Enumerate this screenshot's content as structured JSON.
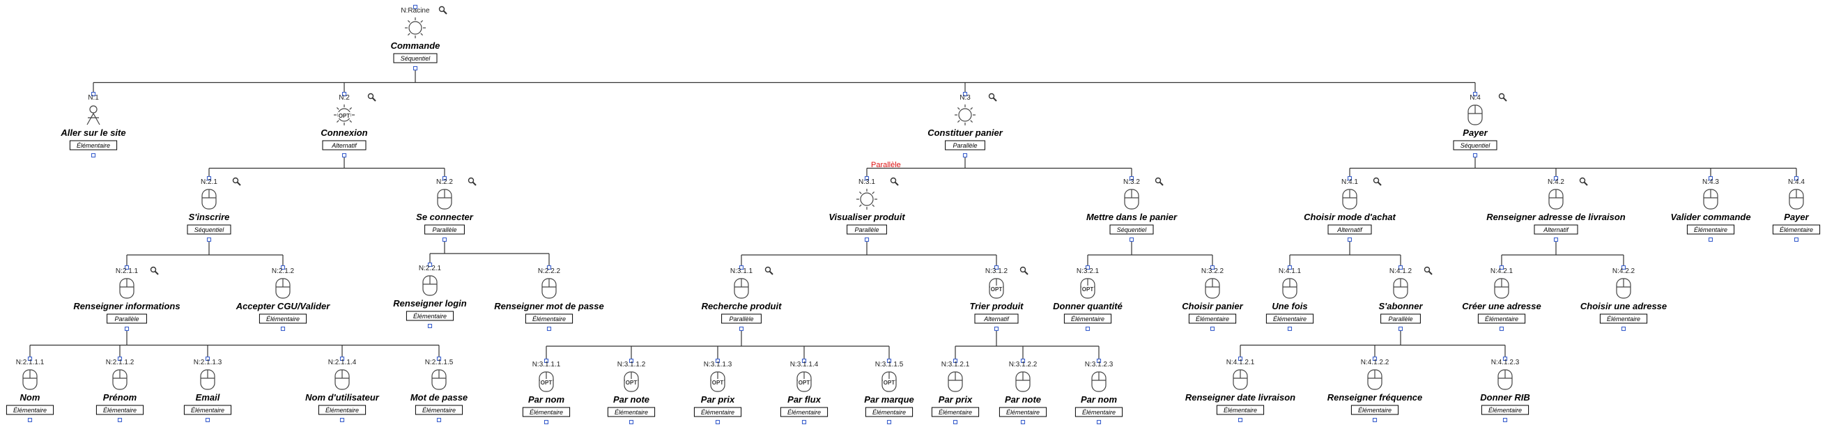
{
  "tree": {
    "parallel_annotation": "Parallèle",
    "nodes": [
      {
        "id": "root",
        "label": "N:Racine",
        "title": "Commande",
        "type": "Séquentiel",
        "icon": "abstract"
      },
      {
        "id": "n1",
        "label": "N:1",
        "title": "Aller sur le site",
        "type": "Élémentaire",
        "icon": "user"
      },
      {
        "id": "n2",
        "label": "N:2",
        "title": "Connexion",
        "type": "Alternatif",
        "icon": "abstract",
        "optional": true
      },
      {
        "id": "n3",
        "label": "N:3",
        "title": "Constituer panier",
        "type": "Parallèle",
        "icon": "abstract"
      },
      {
        "id": "n4",
        "label": "N:4",
        "title": "Payer",
        "type": "Séquentiel",
        "icon": "mouse"
      },
      {
        "id": "n21",
        "label": "N:2.1",
        "title": "S'inscrire",
        "type": "Séquentiel",
        "icon": "mouse"
      },
      {
        "id": "n22",
        "label": "N:2.2",
        "title": "Se connecter",
        "type": "Parallèle",
        "icon": "mouse"
      },
      {
        "id": "n31",
        "label": "N:3.1",
        "title": "Visualiser produit",
        "type": "Parallèle",
        "icon": "abstract"
      },
      {
        "id": "n32",
        "label": "N:3.2",
        "title": "Mettre dans le panier",
        "type": "Séquentiel",
        "icon": "mouse"
      },
      {
        "id": "n41",
        "label": "N:4.1",
        "title": "Choisir mode d'achat",
        "type": "Alternatif",
        "icon": "mouse"
      },
      {
        "id": "n42",
        "label": "N:4.2",
        "title": "Renseigner adresse de livraison",
        "type": "Alternatif",
        "icon": "mouse"
      },
      {
        "id": "n43",
        "label": "N:4.3",
        "title": "Valider commande",
        "type": "Élémentaire",
        "icon": "mouse"
      },
      {
        "id": "n44",
        "label": "N:4.4",
        "title": "Payer",
        "type": "Élémentaire",
        "icon": "mouse"
      },
      {
        "id": "n211",
        "label": "N:2.1.1",
        "title": "Renseigner informations",
        "type": "Parallèle",
        "icon": "mouse"
      },
      {
        "id": "n212",
        "label": "N:2.1.2",
        "title": "Accepter CGU/Valider",
        "type": "Élémentaire",
        "icon": "mouse"
      },
      {
        "id": "n221",
        "label": "N:2.2.1",
        "title": "Renseigner login",
        "type": "Élémentaire",
        "icon": "mouse"
      },
      {
        "id": "n222",
        "label": "N:2.2.2",
        "title": "Renseigner mot de passe",
        "type": "Élémentaire",
        "icon": "mouse"
      },
      {
        "id": "n311",
        "label": "N:3.1.1",
        "title": "Recherche produit",
        "type": "Parallèle",
        "icon": "mouse"
      },
      {
        "id": "n312",
        "label": "N:3.1.2",
        "title": "Trier produit",
        "type": "Alternatif",
        "icon": "mouse",
        "optional": true
      },
      {
        "id": "n321",
        "label": "N:3.2.1",
        "title": "Donner quantité",
        "type": "Élémentaire",
        "icon": "mouse",
        "optional": true
      },
      {
        "id": "n322",
        "label": "N:3.2.2",
        "title": "Choisir panier",
        "type": "Élémentaire",
        "icon": "mouse"
      },
      {
        "id": "n411",
        "label": "N:4.1.1",
        "title": "Une fois",
        "type": "Élémentaire",
        "icon": "mouse"
      },
      {
        "id": "n412",
        "label": "N:4.1.2",
        "title": "S'abonner",
        "type": "Parallèle",
        "icon": "mouse"
      },
      {
        "id": "n421",
        "label": "N:4.2.1",
        "title": "Créer une adresse",
        "type": "Élémentaire",
        "icon": "mouse"
      },
      {
        "id": "n422",
        "label": "N:4.2.2",
        "title": "Choisir une adresse",
        "type": "Élémentaire",
        "icon": "mouse"
      },
      {
        "id": "n2111",
        "label": "N:2.1.1.1",
        "title": "Nom",
        "type": "Élémentaire",
        "icon": "mouse"
      },
      {
        "id": "n2112",
        "label": "N:2.1.1.2",
        "title": "Prénom",
        "type": "Élémentaire",
        "icon": "mouse"
      },
      {
        "id": "n2113",
        "label": "N:2.1.1.3",
        "title": "Email",
        "type": "Élémentaire",
        "icon": "mouse"
      },
      {
        "id": "n2114",
        "label": "N:2.1.1.4",
        "title": "Nom d'utilisateur",
        "type": "Élémentaire",
        "icon": "mouse"
      },
      {
        "id": "n2115",
        "label": "N:2.1.1.5",
        "title": "Mot de passe",
        "type": "Élémentaire",
        "icon": "mouse"
      },
      {
        "id": "n3111",
        "label": "N:3.1.1.1",
        "title": "Par nom",
        "type": "Élémentaire",
        "icon": "mouse",
        "optional": true
      },
      {
        "id": "n3112",
        "label": "N:3.1.1.2",
        "title": "Par note",
        "type": "Élémentaire",
        "icon": "mouse",
        "optional": true
      },
      {
        "id": "n3113",
        "label": "N:3.1.1.3",
        "title": "Par prix",
        "type": "Élémentaire",
        "icon": "mouse",
        "optional": true
      },
      {
        "id": "n3114",
        "label": "N:3.1.1.4",
        "title": "Par flux",
        "type": "Élémentaire",
        "icon": "mouse",
        "optional": true
      },
      {
        "id": "n3115",
        "label": "N:3.1.1.5",
        "title": "Par marque",
        "type": "Élémentaire",
        "icon": "mouse",
        "optional": true
      },
      {
        "id": "n3121",
        "label": "N:3.1.2.1",
        "title": "Par prix",
        "type": "Élémentaire",
        "icon": "mouse"
      },
      {
        "id": "n3122",
        "label": "N:3.1.2.2",
        "title": "Par note",
        "type": "Élémentaire",
        "icon": "mouse"
      },
      {
        "id": "n3123",
        "label": "N:3.1.2.3",
        "title": "Par nom",
        "type": "Élémentaire",
        "icon": "mouse"
      },
      {
        "id": "n4121",
        "label": "N:4.1.2.1",
        "title": "Renseigner date livraison",
        "type": "Élémentaire",
        "icon": "mouse"
      },
      {
        "id": "n4122",
        "label": "N:4.1.2.2",
        "title": "Renseigner fréquence",
        "type": "Élémentaire",
        "icon": "mouse"
      },
      {
        "id": "n4123",
        "label": "N:4.1.2.3",
        "title": "Donner RIB",
        "type": "Élémentaire",
        "icon": "mouse"
      }
    ],
    "edges": [
      [
        "root",
        "n1"
      ],
      [
        "root",
        "n2"
      ],
      [
        "root",
        "n3"
      ],
      [
        "root",
        "n4"
      ],
      [
        "n2",
        "n21"
      ],
      [
        "n2",
        "n22"
      ],
      [
        "n3",
        "n31"
      ],
      [
        "n3",
        "n32"
      ],
      [
        "n4",
        "n41"
      ],
      [
        "n4",
        "n42"
      ],
      [
        "n4",
        "n43"
      ],
      [
        "n4",
        "n44"
      ],
      [
        "n21",
        "n211"
      ],
      [
        "n21",
        "n212"
      ],
      [
        "n22",
        "n221"
      ],
      [
        "n22",
        "n222"
      ],
      [
        "n31",
        "n311"
      ],
      [
        "n31",
        "n312"
      ],
      [
        "n32",
        "n321"
      ],
      [
        "n32",
        "n322"
      ],
      [
        "n41",
        "n411"
      ],
      [
        "n41",
        "n412"
      ],
      [
        "n42",
        "n421"
      ],
      [
        "n42",
        "n422"
      ],
      [
        "n211",
        "n2111"
      ],
      [
        "n211",
        "n2112"
      ],
      [
        "n211",
        "n2113"
      ],
      [
        "n211",
        "n2114"
      ],
      [
        "n211",
        "n2115"
      ],
      [
        "n311",
        "n3111"
      ],
      [
        "n311",
        "n3112"
      ],
      [
        "n311",
        "n3113"
      ],
      [
        "n311",
        "n3114"
      ],
      [
        "n311",
        "n3115"
      ],
      [
        "n312",
        "n3121"
      ],
      [
        "n312",
        "n3122"
      ],
      [
        "n312",
        "n3123"
      ],
      [
        "n412",
        "n4121"
      ],
      [
        "n412",
        "n4122"
      ],
      [
        "n412",
        "n4123"
      ]
    ],
    "magnifier_nodes": [
      "root",
      "n2",
      "n3",
      "n4",
      "n21",
      "n22",
      "n31",
      "n32",
      "n41",
      "n42",
      "n211",
      "n311",
      "n312",
      "n412"
    ]
  }
}
